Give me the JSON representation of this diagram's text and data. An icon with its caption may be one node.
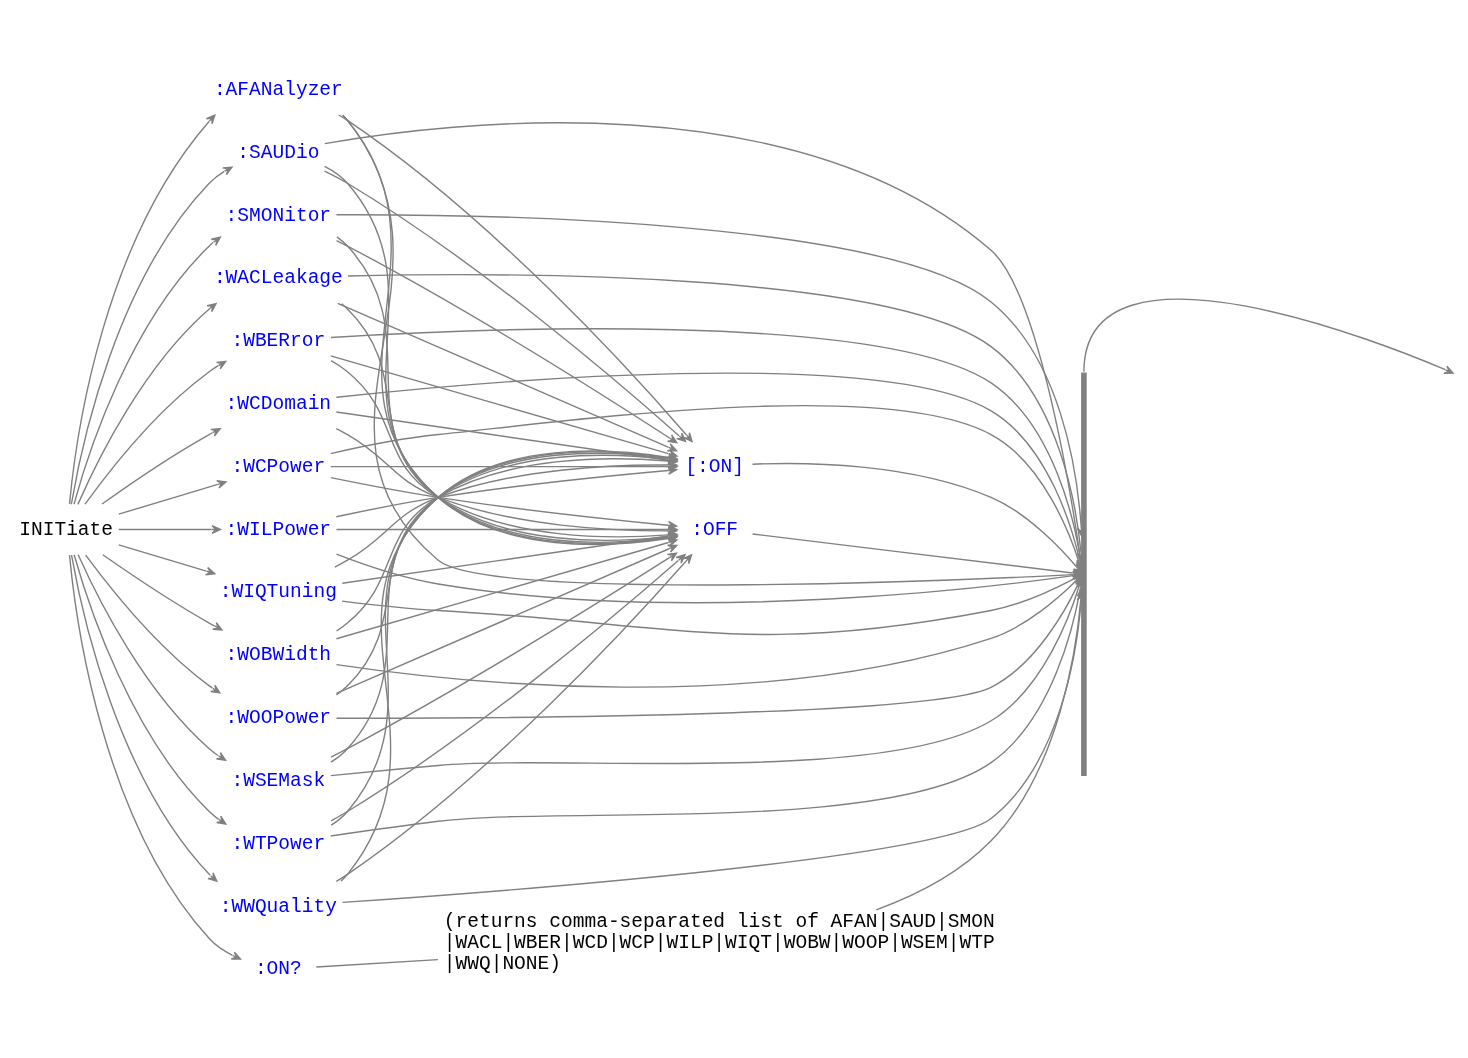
{
  "diagram": {
    "nodes": [
      {
        "text": [
          "INITiate"
        ]
      },
      {
        "text": [
          ":AFANalyzer"
        ]
      },
      {
        "text": [
          ":SAUDio"
        ]
      },
      {
        "text": [
          ":SMONitor"
        ]
      },
      {
        "text": [
          ":WACLeakage"
        ]
      },
      {
        "text": [
          ":WBERror"
        ]
      },
      {
        "text": [
          ":WCDomain"
        ]
      },
      {
        "text": [
          ":WCPower"
        ]
      },
      {
        "text": [
          ":WILPower"
        ]
      },
      {
        "text": [
          ":WIQTuning"
        ]
      },
      {
        "text": [
          ":WOBWidth"
        ]
      },
      {
        "text": [
          ":WOOPower"
        ]
      },
      {
        "text": [
          ":WSEMask"
        ]
      },
      {
        "text": [
          ":WTPower"
        ]
      },
      {
        "text": [
          ":WWQuality"
        ]
      },
      {
        "text": [
          "[:ON]"
        ]
      },
      {
        "text": [
          ":OFF"
        ]
      },
      {
        "text": [
          ":ON?"
        ]
      },
      {
        "text": [
          "(returns comma-separated list of AFAN|SAUD|SMON |WACL|WBER|WCD|WCP|WILP|WIQT|WOBW|WOOP|WSEM|WTP |WWQ|NONE)"
        ]
      },
      {
        "text": [],
        "shape": "bar"
      }
    ],
    "edges": [
      {
        "from": 0,
        "to": 1,
        "arrow": "to"
      },
      {
        "from": 0,
        "to": 2,
        "arrow": "to"
      },
      {
        "from": 0,
        "to": 3,
        "arrow": "to"
      },
      {
        "from": 0,
        "to": 4,
        "arrow": "to"
      },
      {
        "from": 0,
        "to": 5,
        "arrow": "to"
      },
      {
        "from": 0,
        "to": 6,
        "arrow": "to"
      },
      {
        "from": 0,
        "to": 7,
        "arrow": "to"
      },
      {
        "from": 0,
        "to": 8,
        "arrow": "to"
      },
      {
        "from": 0,
        "to": 9,
        "arrow": "to"
      },
      {
        "from": 0,
        "to": 10,
        "arrow": "to"
      },
      {
        "from": 0,
        "to": 11,
        "arrow": "to"
      },
      {
        "from": 0,
        "to": 12,
        "arrow": "to"
      },
      {
        "from": 0,
        "to": 13,
        "arrow": "to"
      },
      {
        "from": 0,
        "to": 14,
        "arrow": "to"
      },
      {
        "from": 0,
        "to": 17,
        "arrow": "to"
      },
      {
        "from": 1,
        "to": 15,
        "arrow": "to"
      },
      {
        "from": 2,
        "to": 15,
        "arrow": "to"
      },
      {
        "from": 3,
        "to": 15,
        "arrow": "to"
      },
      {
        "from": 4,
        "to": 15,
        "arrow": "to"
      },
      {
        "from": 5,
        "to": 15,
        "arrow": "to"
      },
      {
        "from": 6,
        "to": 15,
        "arrow": "to"
      },
      {
        "from": 7,
        "to": 15,
        "arrow": "to"
      },
      {
        "from": 8,
        "to": 15,
        "arrow": "to"
      },
      {
        "from": 9,
        "to": 15,
        "arrow": "to"
      },
      {
        "from": 10,
        "to": 15,
        "arrow": "to"
      },
      {
        "from": 11,
        "to": 15,
        "arrow": "to"
      },
      {
        "from": 12,
        "to": 15,
        "arrow": "to"
      },
      {
        "from": 13,
        "to": 15,
        "arrow": "to"
      },
      {
        "from": 14,
        "to": 15,
        "arrow": "to"
      },
      {
        "from": 1,
        "to": 16,
        "arrow": "to"
      },
      {
        "from": 2,
        "to": 16,
        "arrow": "to"
      },
      {
        "from": 3,
        "to": 16,
        "arrow": "to"
      },
      {
        "from": 4,
        "to": 16,
        "arrow": "to"
      },
      {
        "from": 5,
        "to": 16,
        "arrow": "to"
      },
      {
        "from": 6,
        "to": 16,
        "arrow": "to"
      },
      {
        "from": 7,
        "to": 16,
        "arrow": "to"
      },
      {
        "from": 8,
        "to": 16,
        "arrow": "to"
      },
      {
        "from": 9,
        "to": 16,
        "arrow": "to"
      },
      {
        "from": 10,
        "to": 16,
        "arrow": "to"
      },
      {
        "from": 11,
        "to": 16,
        "arrow": "to"
      },
      {
        "from": 12,
        "to": 16,
        "arrow": "to"
      },
      {
        "from": 13,
        "to": 16,
        "arrow": "to"
      },
      {
        "from": 14,
        "to": 16,
        "arrow": "to"
      },
      {
        "from": 1,
        "to": 19,
        "arrow": "to"
      },
      {
        "from": 2,
        "to": 19,
        "arrow": "to"
      },
      {
        "from": 3,
        "to": 19,
        "arrow": "to"
      },
      {
        "from": 4,
        "to": 19,
        "arrow": "to"
      },
      {
        "from": 5,
        "to": 19,
        "arrow": "to"
      },
      {
        "from": 6,
        "to": 19,
        "arrow": "to"
      },
      {
        "from": 7,
        "to": 19,
        "arrow": "to"
      },
      {
        "from": 8,
        "to": 19,
        "arrow": "to"
      },
      {
        "from": 9,
        "to": 19,
        "arrow": "to"
      },
      {
        "from": 10,
        "to": 19,
        "arrow": "to"
      },
      {
        "from": 11,
        "to": 19,
        "arrow": "to"
      },
      {
        "from": 12,
        "to": 19,
        "arrow": "to"
      },
      {
        "from": 13,
        "to": 19,
        "arrow": "to"
      },
      {
        "from": 14,
        "to": 19,
        "arrow": "to"
      },
      {
        "from": 15,
        "to": 19,
        "arrow": "to"
      },
      {
        "from": 16,
        "to": 19,
        "arrow": "to"
      },
      {
        "from": 17,
        "to": 18,
        "arrow": "none"
      },
      {
        "from": 18,
        "to": 19,
        "arrow": "to"
      },
      {
        "from": 19,
        "to": null,
        "arrow": "to"
      }
    ]
  }
}
